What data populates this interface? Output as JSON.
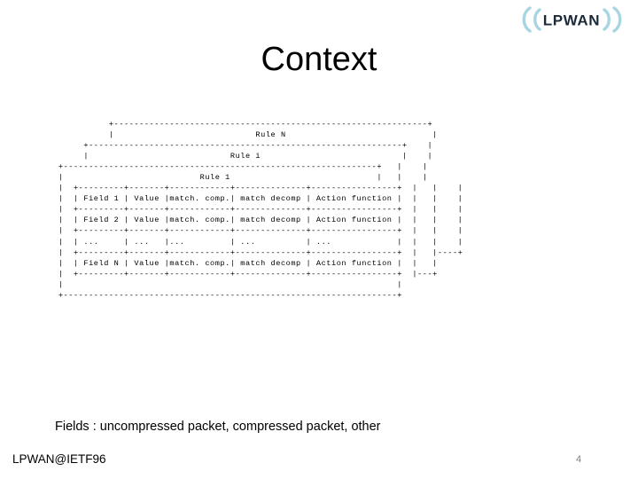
{
  "slide": {
    "title": "Context",
    "caption": "Fields : uncompressed packet, compressed packet, other",
    "footer_left": "LPWAN@IETF96",
    "page_number": "4"
  },
  "logo": {
    "text": "LPWAN",
    "icon": "lpwan-wireless-logo",
    "text_color": "#1b2a3a",
    "wave_color": "#a8d5e2"
  },
  "diagram": {
    "type": "ascii-art",
    "rule_labels": [
      "Rule N",
      "Rule i",
      "Rule 1"
    ],
    "columns": [
      "Field",
      "Value",
      "match. comp.",
      "match decomp",
      "Action function"
    ],
    "rows": [
      [
        "Field 1",
        "Value",
        "match. comp.",
        "match decomp",
        "Action function"
      ],
      [
        "Field 2",
        "Value",
        "match. comp.",
        "match decomp",
        "Action function"
      ],
      [
        "...",
        "...",
        "...",
        "...",
        "..."
      ],
      [
        "Field N",
        "Value",
        "match. comp.",
        "match decomp",
        "Action function"
      ]
    ],
    "art": "              +--------------------------------------------------------------+\n              |                            Rule N                             |\n         +--------------------------------------------------------------+    |\n         |                            Rule i                            |    |\n    +--------------------------------------------------------------+   |    |\n    |                           Rule 1                             |   |    |\n    |  +---------+-------+------------+--------------+-----------------+  |   |    |\n    |  | Field 1 | Value |match. comp.| match decomp | Action function |  |   |    |\n    |  +---------+-------+------------+--------------+-----------------+  |   |    |\n    |  | Field 2 | Value |match. comp.| match decomp | Action function |  |   |    |\n    |  +---------+-------+------------+--------------+-----------------+  |   |    |\n    |  | ...     | ...   |...         | ...          | ...             |  |   |    |\n    |  +---------+-------+------------+--------------+-----------------+  |   |----+\n    |  | Field N | Value |match. comp.| match decomp | Action function |  |   |\n    |  +---------+-------+------------+--------------+-----------------+  |---+\n    |                                                                  |\n    +------------------------------------------------------------------+"
  }
}
